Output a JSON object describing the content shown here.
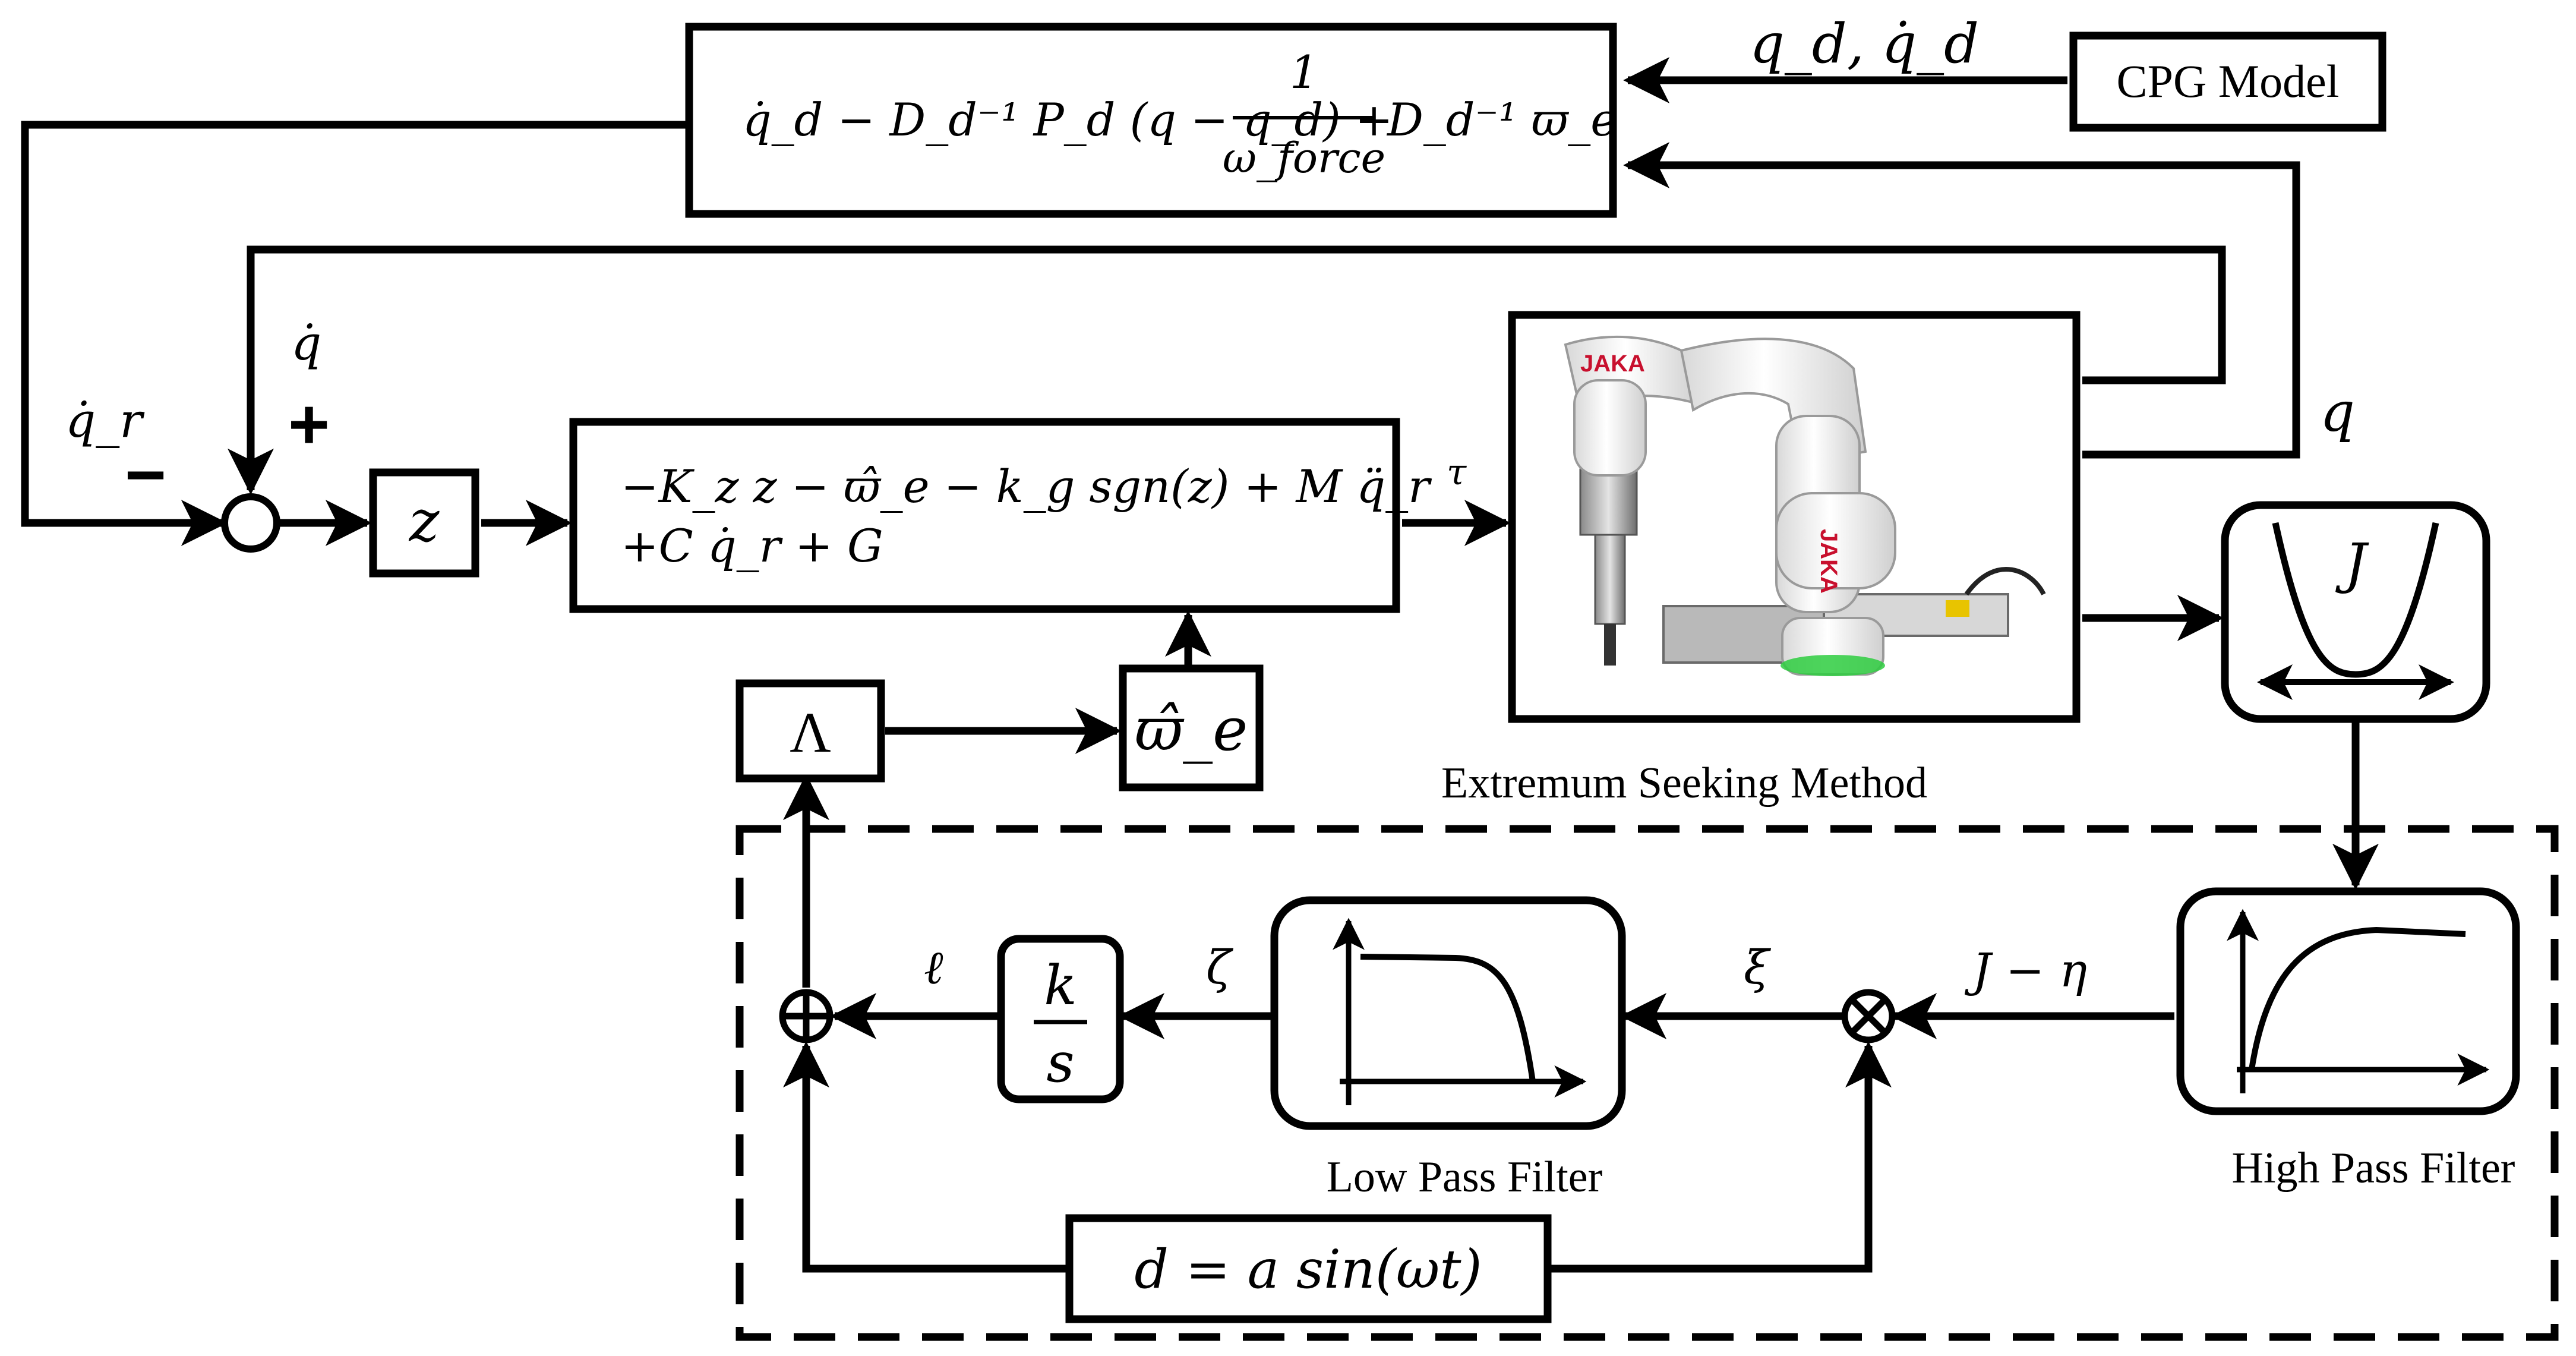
{
  "blocks": {
    "reference": {
      "line": "q̇_d − D_d⁻¹ P_d (q − q_d) +",
      "frac_num": "1",
      "frac_den": "ω_force",
      "line_tail": "D_d⁻¹ ϖ_e"
    },
    "cpg": "CPG Model",
    "z_block": "z",
    "controller": {
      "line1": "−K_z z − ϖ̂_e − k_g sgn(z) + M q̈_r",
      "line2": "+C q̇_r + G"
    },
    "lambda": "Λ",
    "observer": "ϖ̂_e",
    "integrator": {
      "num": "k",
      "den": "s"
    },
    "dither": "d = a sin(ωt)",
    "cost_block": "J"
  },
  "signals": {
    "q_d": "q_d, q̇_d",
    "q_dot": "q̇",
    "plus": "+",
    "q_r_dot": "q̇_r",
    "minus": "−",
    "tau": "τ",
    "q": "q",
    "ell": "ℓ",
    "zeta": "ζ",
    "xi": "ξ",
    "j_eta": "J − η"
  },
  "captions": {
    "extremum": "Extremum Seeking Method",
    "lpf": "Low Pass Filter",
    "hpf": "High Pass Filter"
  },
  "robot": {
    "brand": "JAKA"
  }
}
